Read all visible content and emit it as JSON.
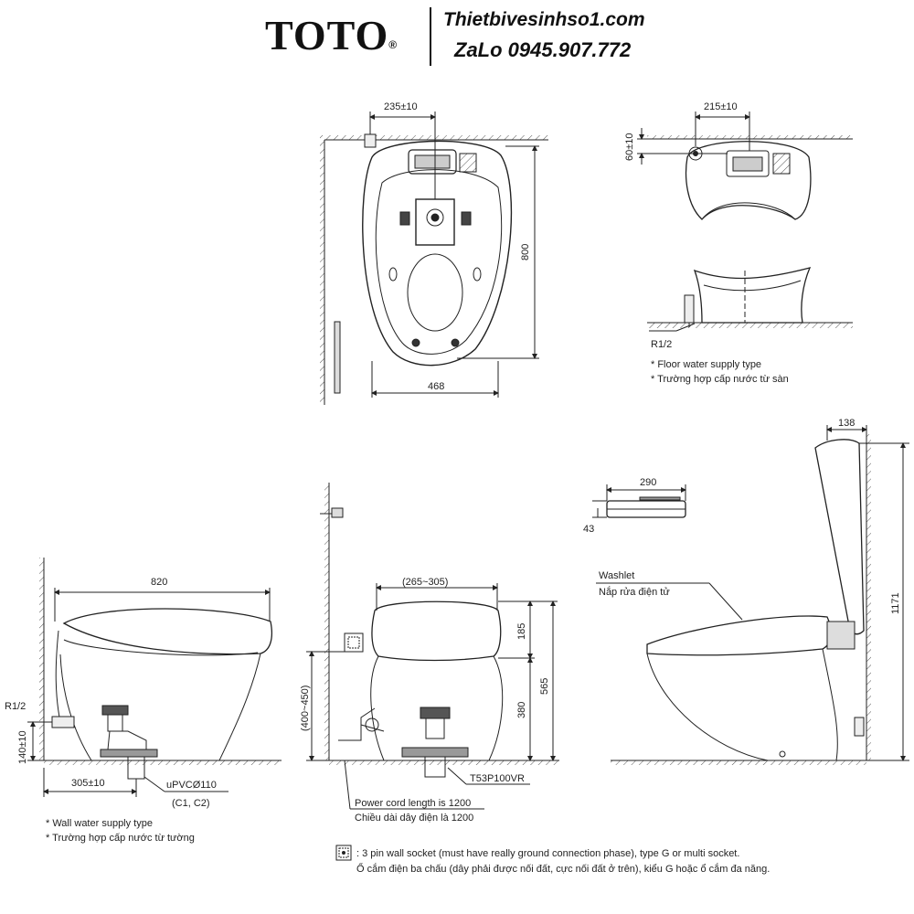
{
  "header": {
    "brand": "TOTO",
    "registered_mark": "®",
    "website": "Thietbivesinhso1.com",
    "contact": "ZaLo 0945.907.772"
  },
  "top_view": {
    "dim_top": "235±10",
    "dim_length": "800",
    "dim_width": "468"
  },
  "floor_supply_view": {
    "dim_top": "215±10",
    "dim_side": "60±10",
    "fitting": "R1/2",
    "note_en": "* Floor water supply type",
    "note_vi": "* Trường hợp cấp nước từ sàn"
  },
  "side_view": {
    "dim_length": "820",
    "fitting": "R1/2",
    "dim_height": "140±10",
    "dim_offset": "305±10",
    "pipe_label": "uPVCØ110",
    "pipe_sub": "(C1, C2)",
    "note_en": "* Wall water supply type",
    "note_vi": "* Trường hợp cấp nước từ tường"
  },
  "front_view": {
    "dim_top": "(265~305)",
    "dim_185": "185",
    "dim_380": "380",
    "dim_565": "565",
    "dim_socket": "(400~450)",
    "part_label": "T53P100VR",
    "cord_en": "Power cord length is 1200",
    "cord_vi": "Chiều dài dây điện là 1200"
  },
  "remote": {
    "dim_width": "290",
    "dim_height": "43"
  },
  "lid_view": {
    "dim_top": "138",
    "dim_height": "1171",
    "washlet_en": "Washlet",
    "washlet_vi": "Nắp rửa điện tử"
  },
  "legend": {
    "text_en": ": 3 pin wall socket (must have really ground connection phase), type G or multi socket.",
    "text_vi": "Ổ cắm điện ba chấu (dây phải được nối đất, cực nối đất ở trên), kiểu G hoặc ổ cắm đa năng."
  }
}
